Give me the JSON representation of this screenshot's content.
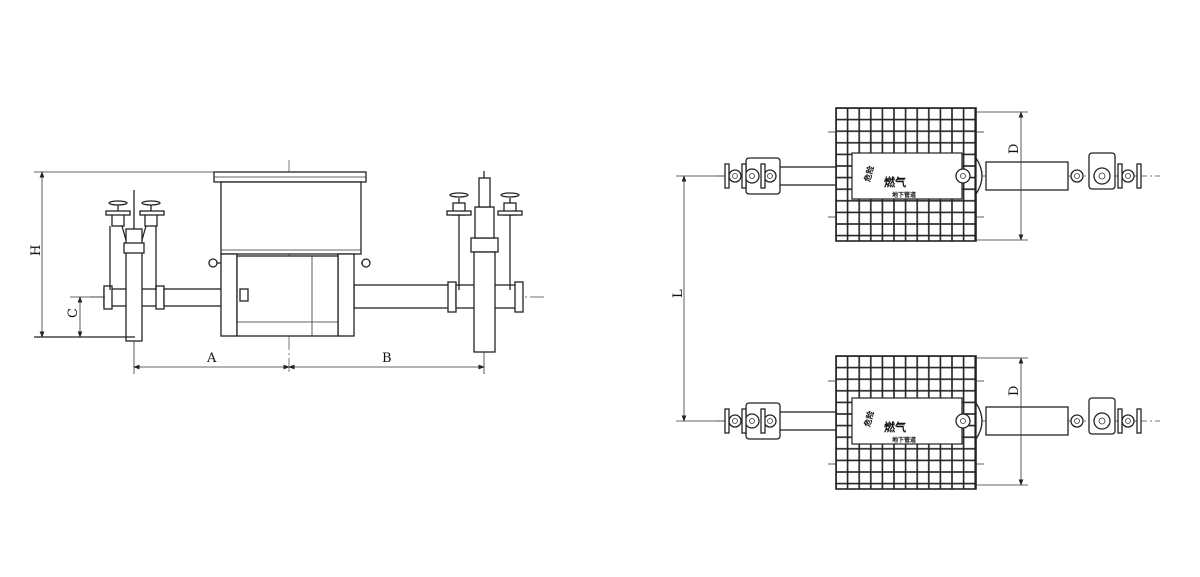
{
  "dimensions": {
    "h": "H",
    "c": "C",
    "a": "A",
    "b": "B",
    "l": "L",
    "d_top": "D",
    "d_bottom": "D"
  },
  "sign_top": {
    "line1": "危险",
    "line2": "燃气",
    "line3": "地下管道"
  },
  "sign_bottom": {
    "line1": "危险",
    "line2": "燃气",
    "line3": "地下管道"
  }
}
